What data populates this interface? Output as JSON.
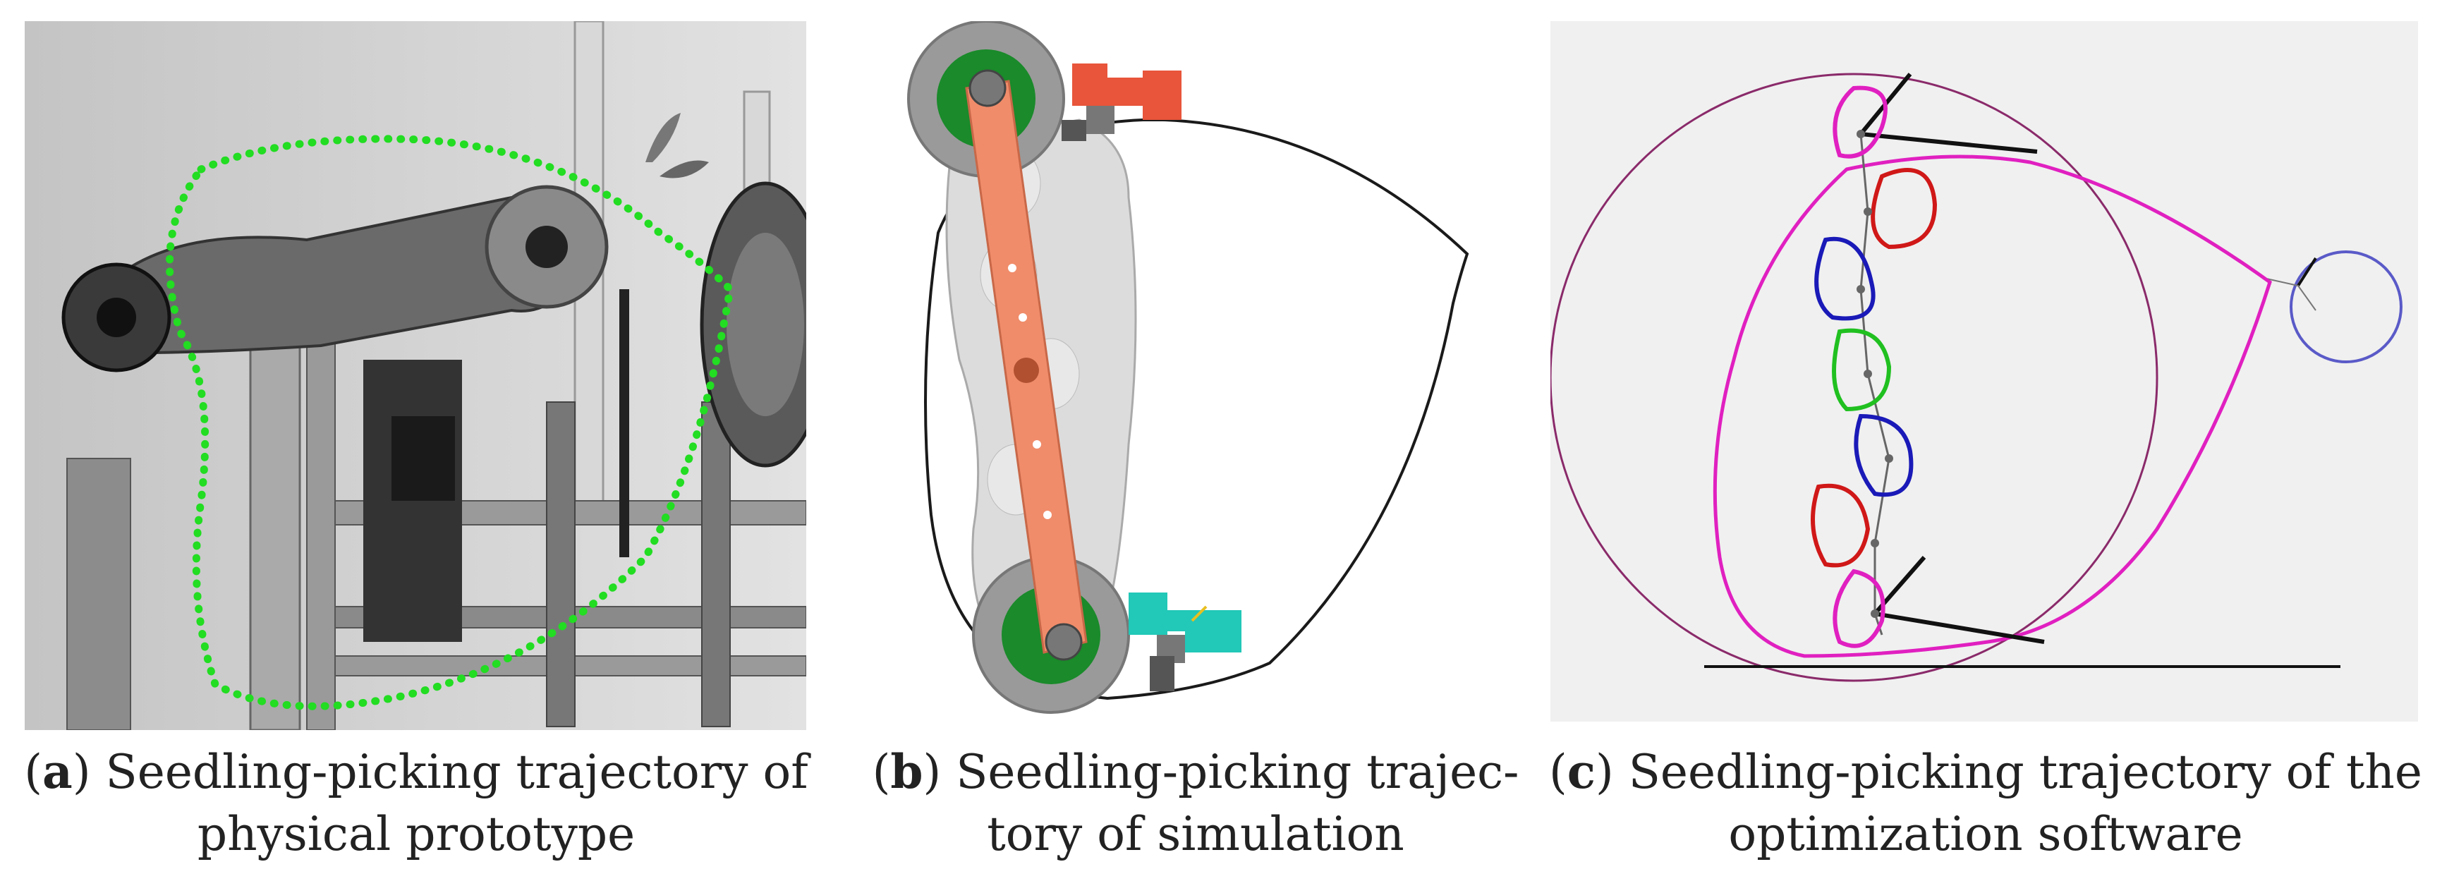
{
  "captions": {
    "a": {
      "letter": "a",
      "line1": "Seedling-picking trajectory of",
      "line2": "physical prototype"
    },
    "b": {
      "letter": "b",
      "line1": "Seedling-picking trajec-",
      "line2": "tory of simulation"
    },
    "c": {
      "letter": "c",
      "line1": "Seedling-picking trajectory of the",
      "line2": "optimization software"
    }
  },
  "colors": {
    "trajectory_green": "#22dd22",
    "arm_orange": "#f08c6a",
    "gear_gray": "#9a9a9a",
    "gear_green": "#1a8a2a",
    "gripper_red": "#e8553a",
    "gripper_cyan": "#22c8b8",
    "outer_circle": "#8a2a6a",
    "path_magenta": "#e020c0",
    "loop_red": "#d01818",
    "loop_blue": "#1a1ab8",
    "loop_green": "#20c020",
    "small_circle": "#5a5ac8"
  }
}
